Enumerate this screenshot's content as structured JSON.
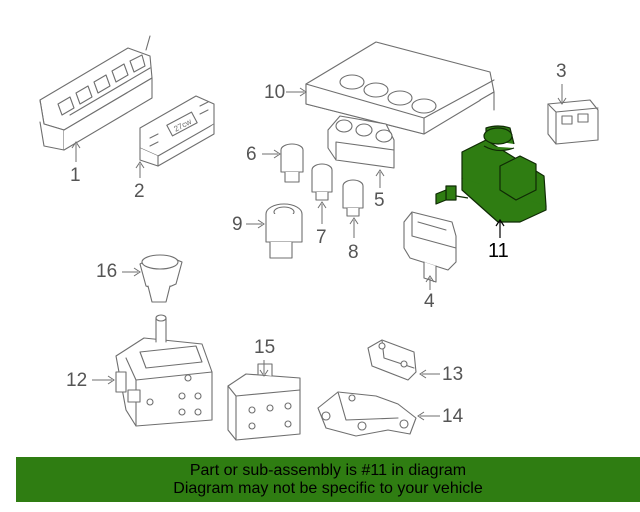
{
  "colors": {
    "line": "#6f6f6f",
    "highlight_fill": "#2f7d12",
    "highlight_stroke": "#0f2a05",
    "banner_background": "#2f7d12",
    "banner_text": "#000000"
  },
  "diagram": {
    "callouts": [
      "1",
      "2",
      "3",
      "4",
      "5",
      "6",
      "7",
      "8",
      "9",
      "10",
      "11",
      "12",
      "13",
      "14",
      "15",
      "16"
    ],
    "highlighted_part": "11",
    "switch_labels": {
      "temp_display": "27cw"
    }
  },
  "banner": {
    "line1": "Part or sub-assembly is #11 in diagram",
    "line2": "Diagram may not be specific to your vehicle"
  }
}
